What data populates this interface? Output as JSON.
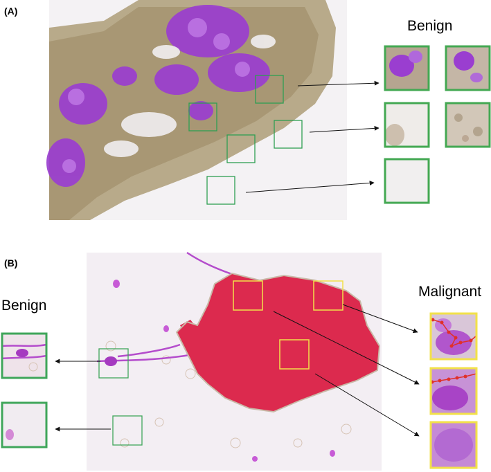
{
  "panel_a": {
    "label": "(A)",
    "title": "Benign",
    "roi_color": "#2e9e52",
    "patch_border_color": "#43a852"
  },
  "panel_b": {
    "label": "(B)",
    "benign_title": "Benign",
    "malignant_title": "Malignant",
    "benign_color": "#3fa65a",
    "malignant_color": "#f2e14a",
    "mask_color": "#dc2a4e",
    "boundary_color": "#e0302a"
  }
}
